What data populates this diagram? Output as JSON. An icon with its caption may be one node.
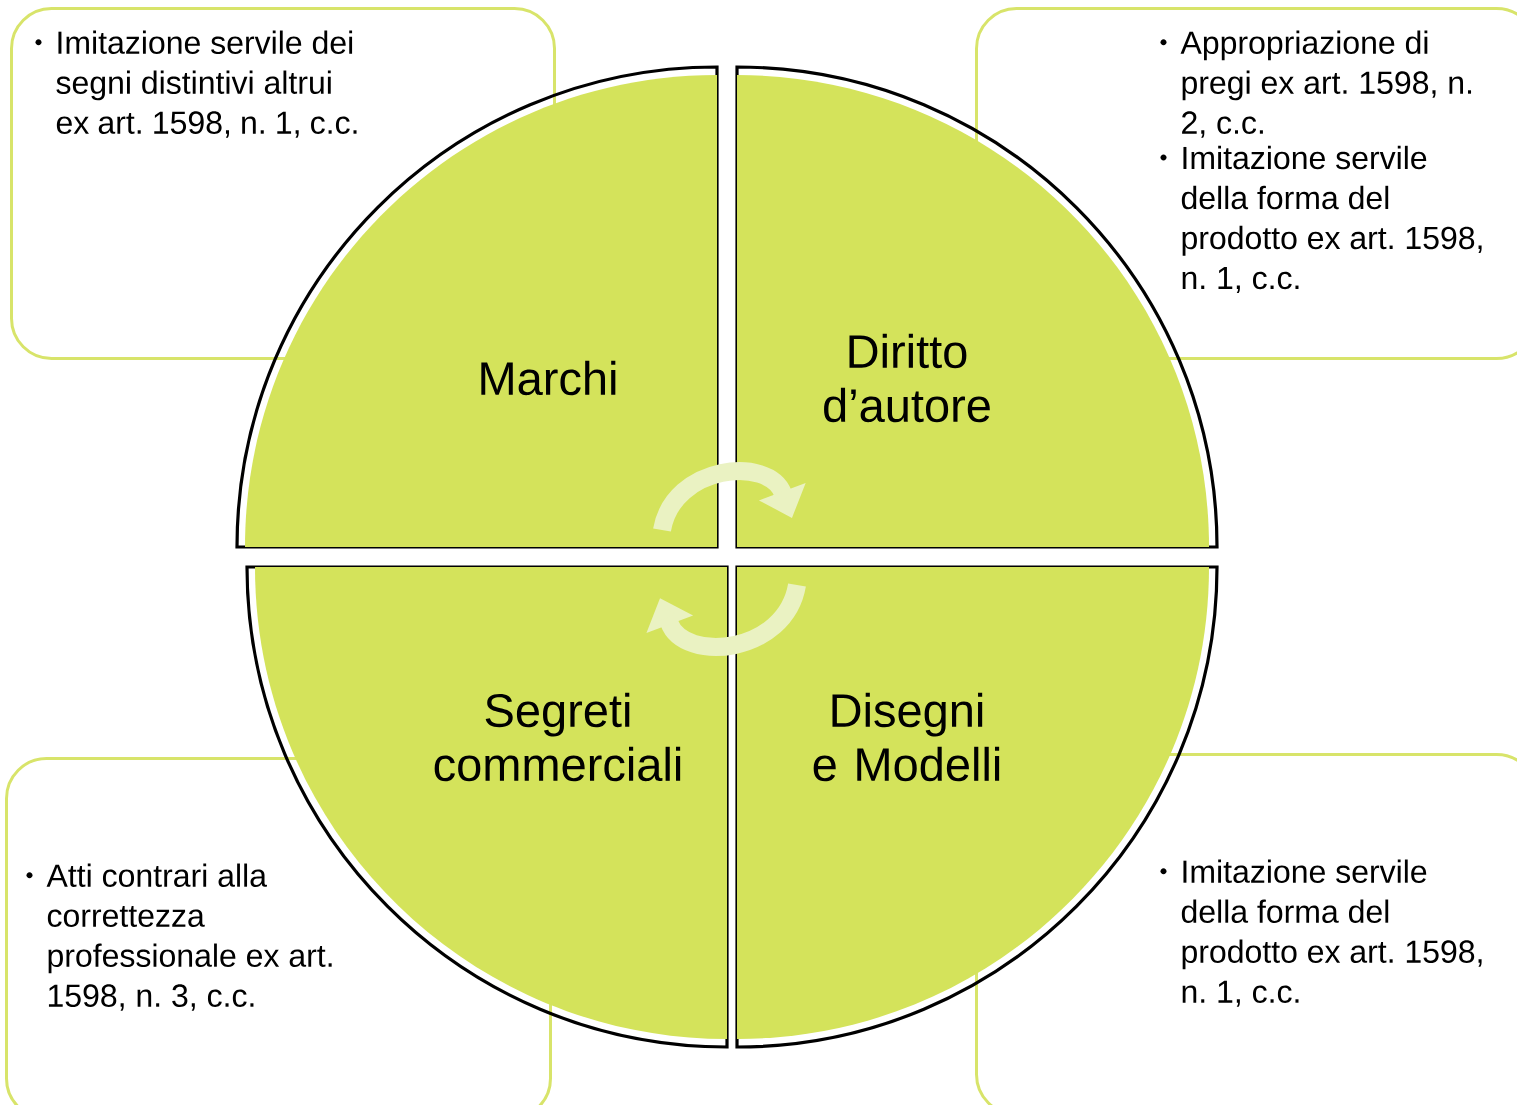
{
  "diagram": {
    "nodes": [
      {
        "text": [
          "Imitazione servile dei segni distintivi altrui ex art. 1598, n. 1, c.c."
        ]
      },
      {
        "text": [
          "Appropriazione di pregi ex art. 1598, n. 2, c.c.",
          "Imitazione servile della forma del prodotto ex art. 1598, n. 1, c.c."
        ]
      },
      {
        "text": [
          "Marchi"
        ]
      },
      {
        "text": [
          "Diritto d’autore"
        ]
      },
      {
        "text": [
          "Segreti commerciali"
        ]
      },
      {
        "text": [
          "Disegni e Modelli"
        ]
      },
      {
        "text": [
          "Atti contrari alla correttezza professionale ex art. 1598, n. 3, c.c."
        ]
      },
      {
        "text": [
          "Imitazione servile della forma del prodotto ex art. 1598, n. 1, c.c."
        ]
      }
    ],
    "edges": [
      {
        "from": 2,
        "to": 3,
        "arrow": "to"
      },
      {
        "from": 5,
        "to": 4,
        "arrow": "to"
      }
    ]
  }
}
